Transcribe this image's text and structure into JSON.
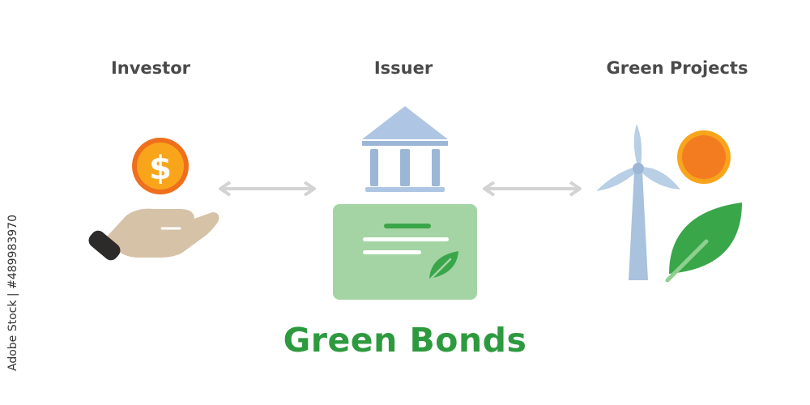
{
  "labels": {
    "investor": "Investor",
    "issuer": "Issuer",
    "green_projects": "Green Projects"
  },
  "title": "Green Bonds",
  "stock_id": "Adobe Stock | #489983970",
  "icons": {
    "investor": "hand-coin-icon",
    "issuer_building": "bank-building-icon",
    "issuer_certificate": "bond-certificate-icon",
    "projects_turbine": "wind-turbine-icon",
    "projects_sun": "sun-icon",
    "projects_leaf": "leaf-icon",
    "arrow_left": "double-arrow-icon",
    "arrow_right": "double-arrow-icon"
  },
  "colors": {
    "green_title": "#2e9a3f",
    "label_grey": "#4a4a4a",
    "coin_orange": "#f7a21b",
    "certificate_green": "#a3d4a3",
    "building_blue": "#a9c2de",
    "leaf_green": "#3aa64a"
  }
}
